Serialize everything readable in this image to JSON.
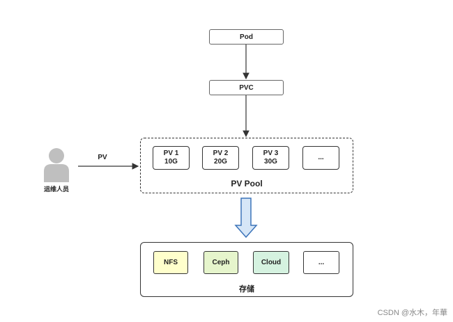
{
  "nodes": {
    "pod": "Pod",
    "pvc": "PVC"
  },
  "pool": {
    "label": "PV Pool",
    "volumes": [
      {
        "name": "PV 1",
        "size": "10G"
      },
      {
        "name": "PV 2",
        "size": "20G"
      },
      {
        "name": "PV 3",
        "size": "30G"
      },
      {
        "name": "...",
        "size": ""
      }
    ]
  },
  "admin": {
    "label": "运维人员",
    "arrow_label": "PV"
  },
  "storage": {
    "label": "存储",
    "backends": [
      {
        "name": "NFS",
        "color": "#ffffcc"
      },
      {
        "name": "Ceph",
        "color": "#e6f5cc"
      },
      {
        "name": "Cloud",
        "color": "#d5f2e0"
      },
      {
        "name": "...",
        "color": "#ffffff"
      }
    ]
  },
  "watermark": "CSDN @水木，年華",
  "colors": {
    "big_arrow_fill": "#d6e6f7",
    "big_arrow_stroke": "#3b73b9",
    "person": "#bfbfbf"
  }
}
